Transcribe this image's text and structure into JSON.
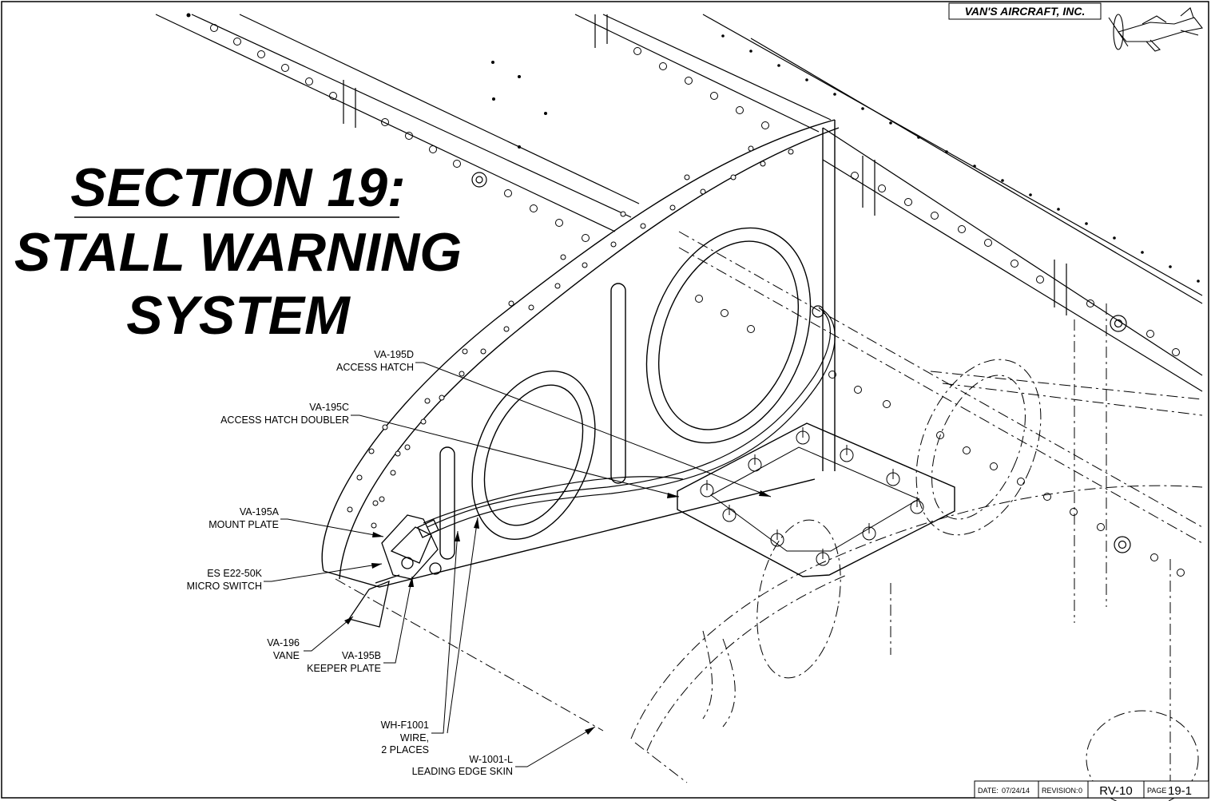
{
  "title": {
    "line1": "SECTION 19:",
    "line2": "STALL WARNING",
    "line3": "SYSTEM"
  },
  "company": "VAN'S AIRCRAFT, INC.",
  "callouts": [
    {
      "id": "va-195d",
      "lines": [
        "VA-195D",
        "ACCESS HATCH"
      ]
    },
    {
      "id": "va-195c",
      "lines": [
        "VA-195C",
        "ACCESS HATCH DOUBLER"
      ]
    },
    {
      "id": "va-195a",
      "lines": [
        "VA-195A",
        "MOUNT PLATE"
      ]
    },
    {
      "id": "es-e22-50k",
      "lines": [
        "ES E22-50K",
        "MICRO SWITCH"
      ]
    },
    {
      "id": "va-196",
      "lines": [
        "VA-196",
        "VANE"
      ]
    },
    {
      "id": "va-195b",
      "lines": [
        "VA-195B",
        "KEEPER PLATE"
      ]
    },
    {
      "id": "wh-f1001",
      "lines": [
        "WH-F1001",
        "WIRE,",
        "2 PLACES"
      ]
    },
    {
      "id": "w-1001-l",
      "lines": [
        "W-1001-L",
        "LEADING EDGE SKIN"
      ]
    }
  ],
  "title_block": {
    "date_label": "DATE:",
    "date": "07/24/14",
    "revision_label": "REVISION:",
    "revision": "0",
    "model": "RV-10",
    "page_label": "PAGE",
    "page": "19-1"
  }
}
